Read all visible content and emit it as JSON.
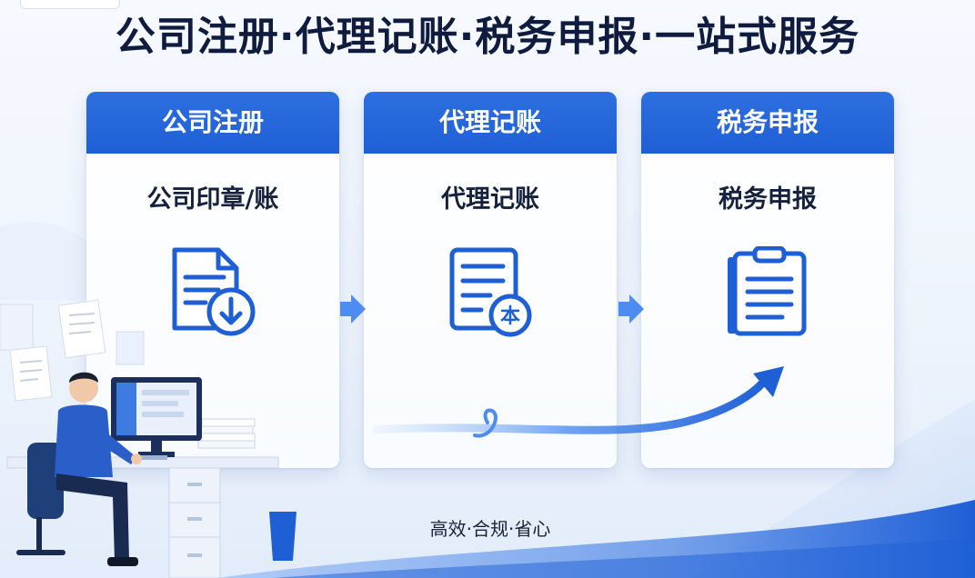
{
  "headline": "公司注册·代理记账·税务申报·一站式服务",
  "cards": [
    {
      "title": "公司注册",
      "subtitle": "公司印章/账",
      "icon": "document-download-icon"
    },
    {
      "title": "代理记账",
      "subtitle": "代理记账",
      "icon": "ledger-document-icon"
    },
    {
      "title": "税务申报",
      "subtitle": "税务申报",
      "icon": "clipboard-icon"
    }
  ],
  "tagline": "高效·合规·省心",
  "ledger_badge": "本",
  "colors": {
    "accent": "#1f5fd6",
    "accent_light": "#4d8cf0",
    "text_dark": "#0f1c3f",
    "background": "#eef4fc"
  }
}
